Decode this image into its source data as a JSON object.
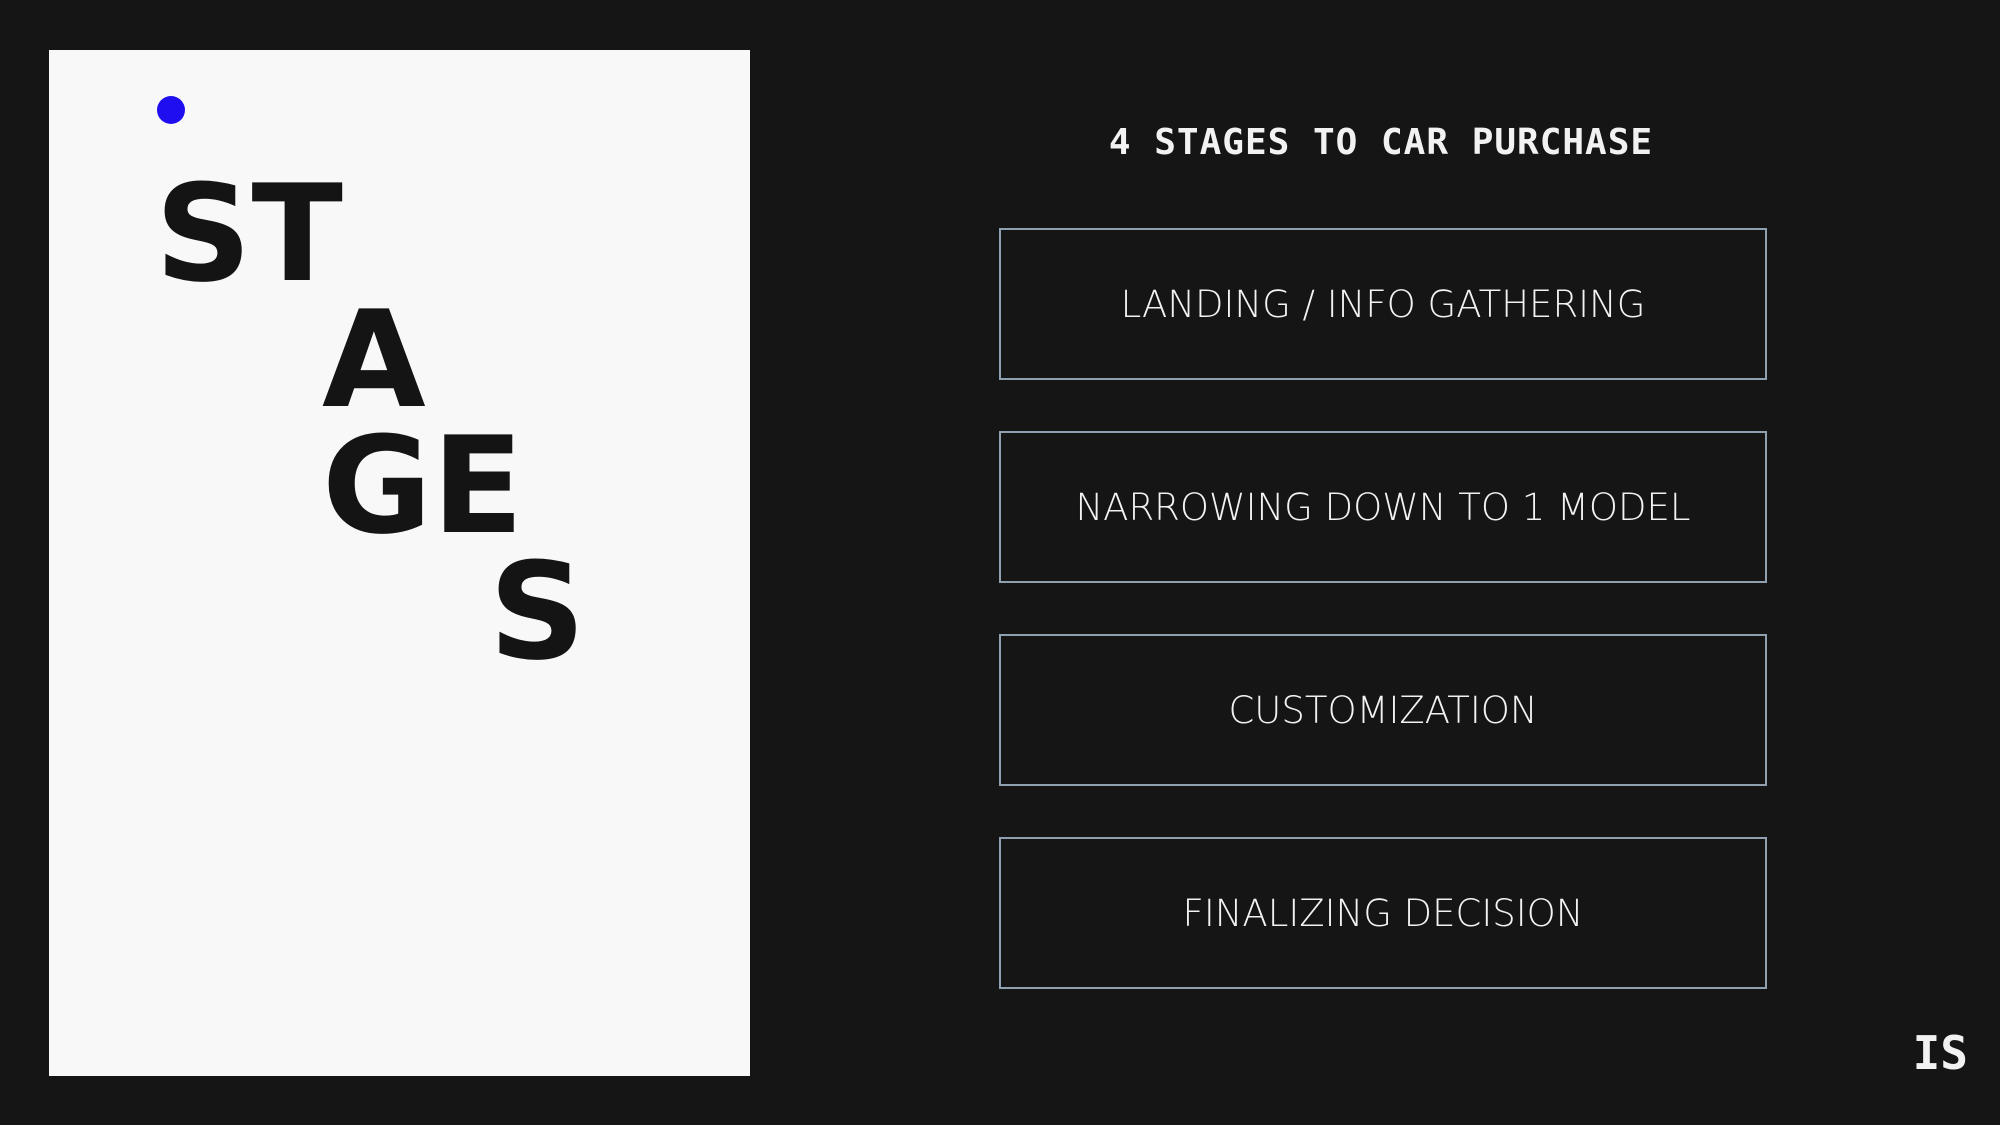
{
  "colors": {
    "background": "#151515",
    "panel": "#f8f8f8",
    "accent_dot": "#1f0ef0",
    "box_border": "#8fa1b1",
    "text_light": "#f2f2f2",
    "text_dark": "#141414"
  },
  "title_panel": {
    "lines": [
      "ST",
      "A",
      "GE",
      "S"
    ]
  },
  "heading": "4 STAGES TO CAR PURCHASE",
  "stages": [
    {
      "label": "LANDING / INFO GATHERING"
    },
    {
      "label": "NARROWING DOWN TO 1 MODEL"
    },
    {
      "label": "CUSTOMIZATION"
    },
    {
      "label": "FINALIZING DECISION"
    }
  ],
  "corner_logo": "IS"
}
